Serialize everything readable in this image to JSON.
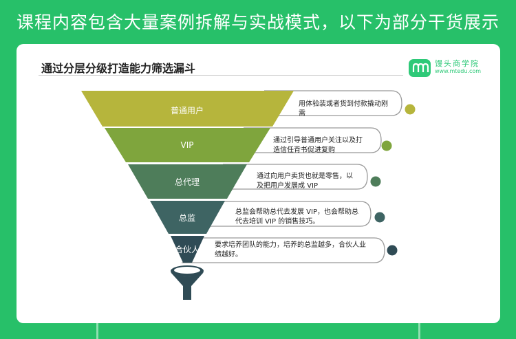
{
  "banner": {
    "text": "课程内容包含大量案例拆解与实战模式，以下为部分干货展示"
  },
  "card": {
    "title": "通过分层分级打造能力筛选漏斗",
    "logo_text": "馒头商学院",
    "logo_url": "www.mtedu.com"
  },
  "funnel": {
    "levels": [
      {
        "label": "普通用户",
        "desc_line1": "用体验装或者货到付款撬动刚",
        "desc_line2": "需",
        "color": "#b6b53c"
      },
      {
        "label": "VIP",
        "desc_line1": "通过引导普通用户关注以及打",
        "desc_line2": "造信任背书促进复购",
        "color": "#7fa53d"
      },
      {
        "label": "总代理",
        "desc_line1": "通过向用户卖货也就是零售，以",
        "desc_line2": "及把用户发展成 VIP",
        "color": "#4e7d5a"
      },
      {
        "label": "总监",
        "desc_line1": "总监会帮助总代去发展 VIP，也会帮助总",
        "desc_line2": "代去培训 VIP 的销售技巧。",
        "color": "#3e6463"
      },
      {
        "label": "合伙人",
        "desc_line1": "要求培养团队的能力，培养的总监越多，合伙人业",
        "desc_line2": "绩越好。",
        "color": "#2f4b55"
      }
    ],
    "funnel_icon": "funnel-icon"
  }
}
